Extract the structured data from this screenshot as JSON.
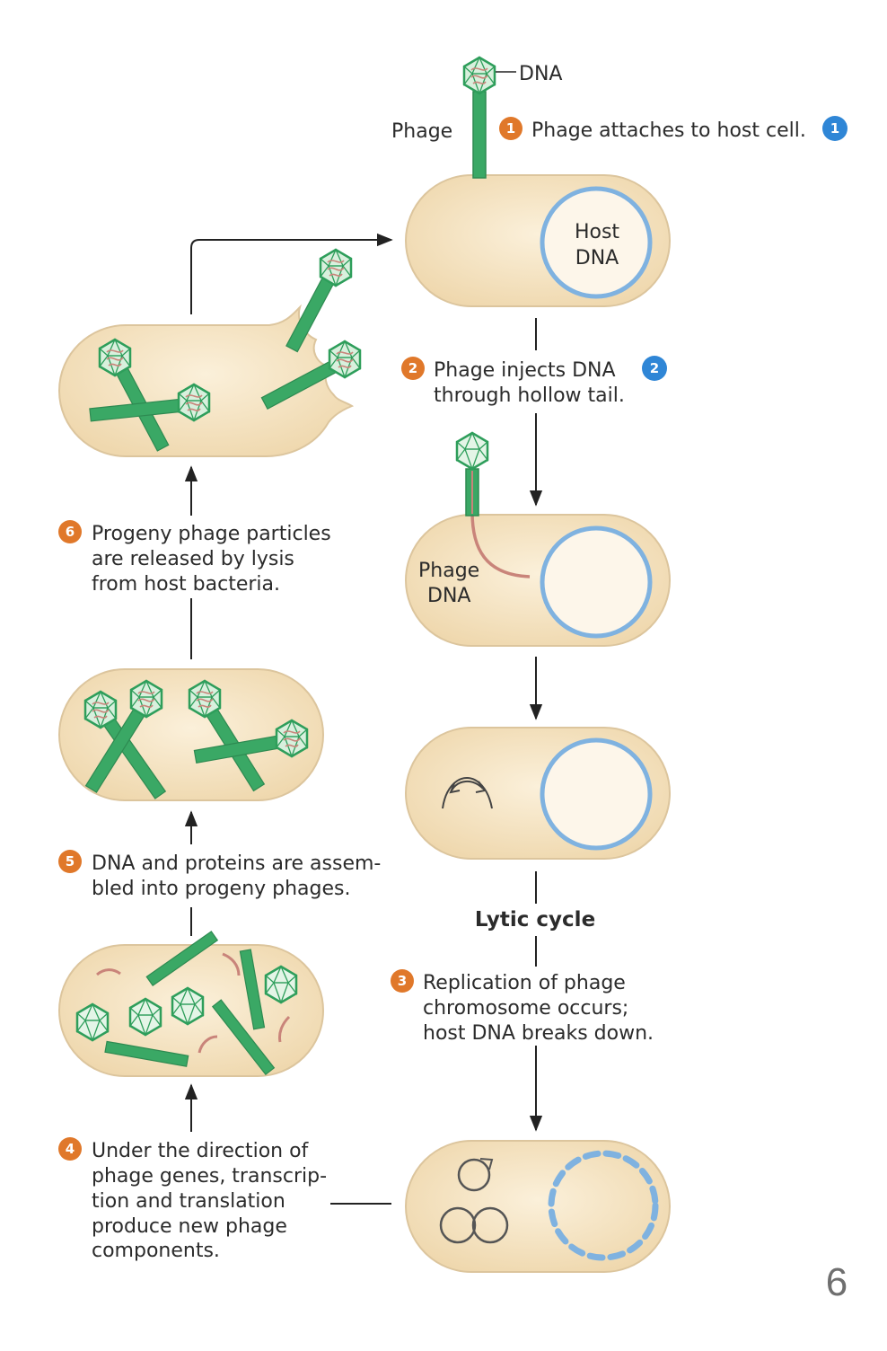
{
  "labels": {
    "dna": "DNA",
    "phage": "Phage",
    "host_dna_line1": "Host",
    "host_dna_line2": "DNA",
    "phage_dna_line1": "Phage",
    "phage_dna_line2": "DNA",
    "lytic_cycle": "Lytic cycle"
  },
  "steps": [
    {
      "number": "1",
      "lines": [
        "Phage attaches to host cell."
      ]
    },
    {
      "number": "2",
      "lines": [
        "Phage injects DNA",
        "through hollow tail."
      ]
    },
    {
      "number": "3",
      "lines": [
        "Replication of phage",
        "chromosome occurs;",
        "host DNA breaks down."
      ]
    },
    {
      "number": "4",
      "lines": [
        "Under the direction of",
        "phage genes, transcrip-",
        "tion and translation",
        "produce new phage",
        "components."
      ]
    },
    {
      "number": "5",
      "lines": [
        "DNA and proteins are assem-",
        "bled into progeny phages."
      ]
    },
    {
      "number": "6",
      "lines": [
        "Progeny phage particles",
        "are released by lysis",
        "from host bacteria."
      ]
    }
  ],
  "side_badges": [
    "1",
    "2"
  ],
  "page_number": "6",
  "colors": {
    "cell_fill": "#f6e3c0",
    "cell_stroke": "#d9c29a",
    "phage_green": "#2e9e5b",
    "badge_orange": "#e0782a",
    "badge_blue": "#2f86d6",
    "host_dna_blue": "#7fb2e0",
    "phage_dna_red": "#c9847a"
  }
}
